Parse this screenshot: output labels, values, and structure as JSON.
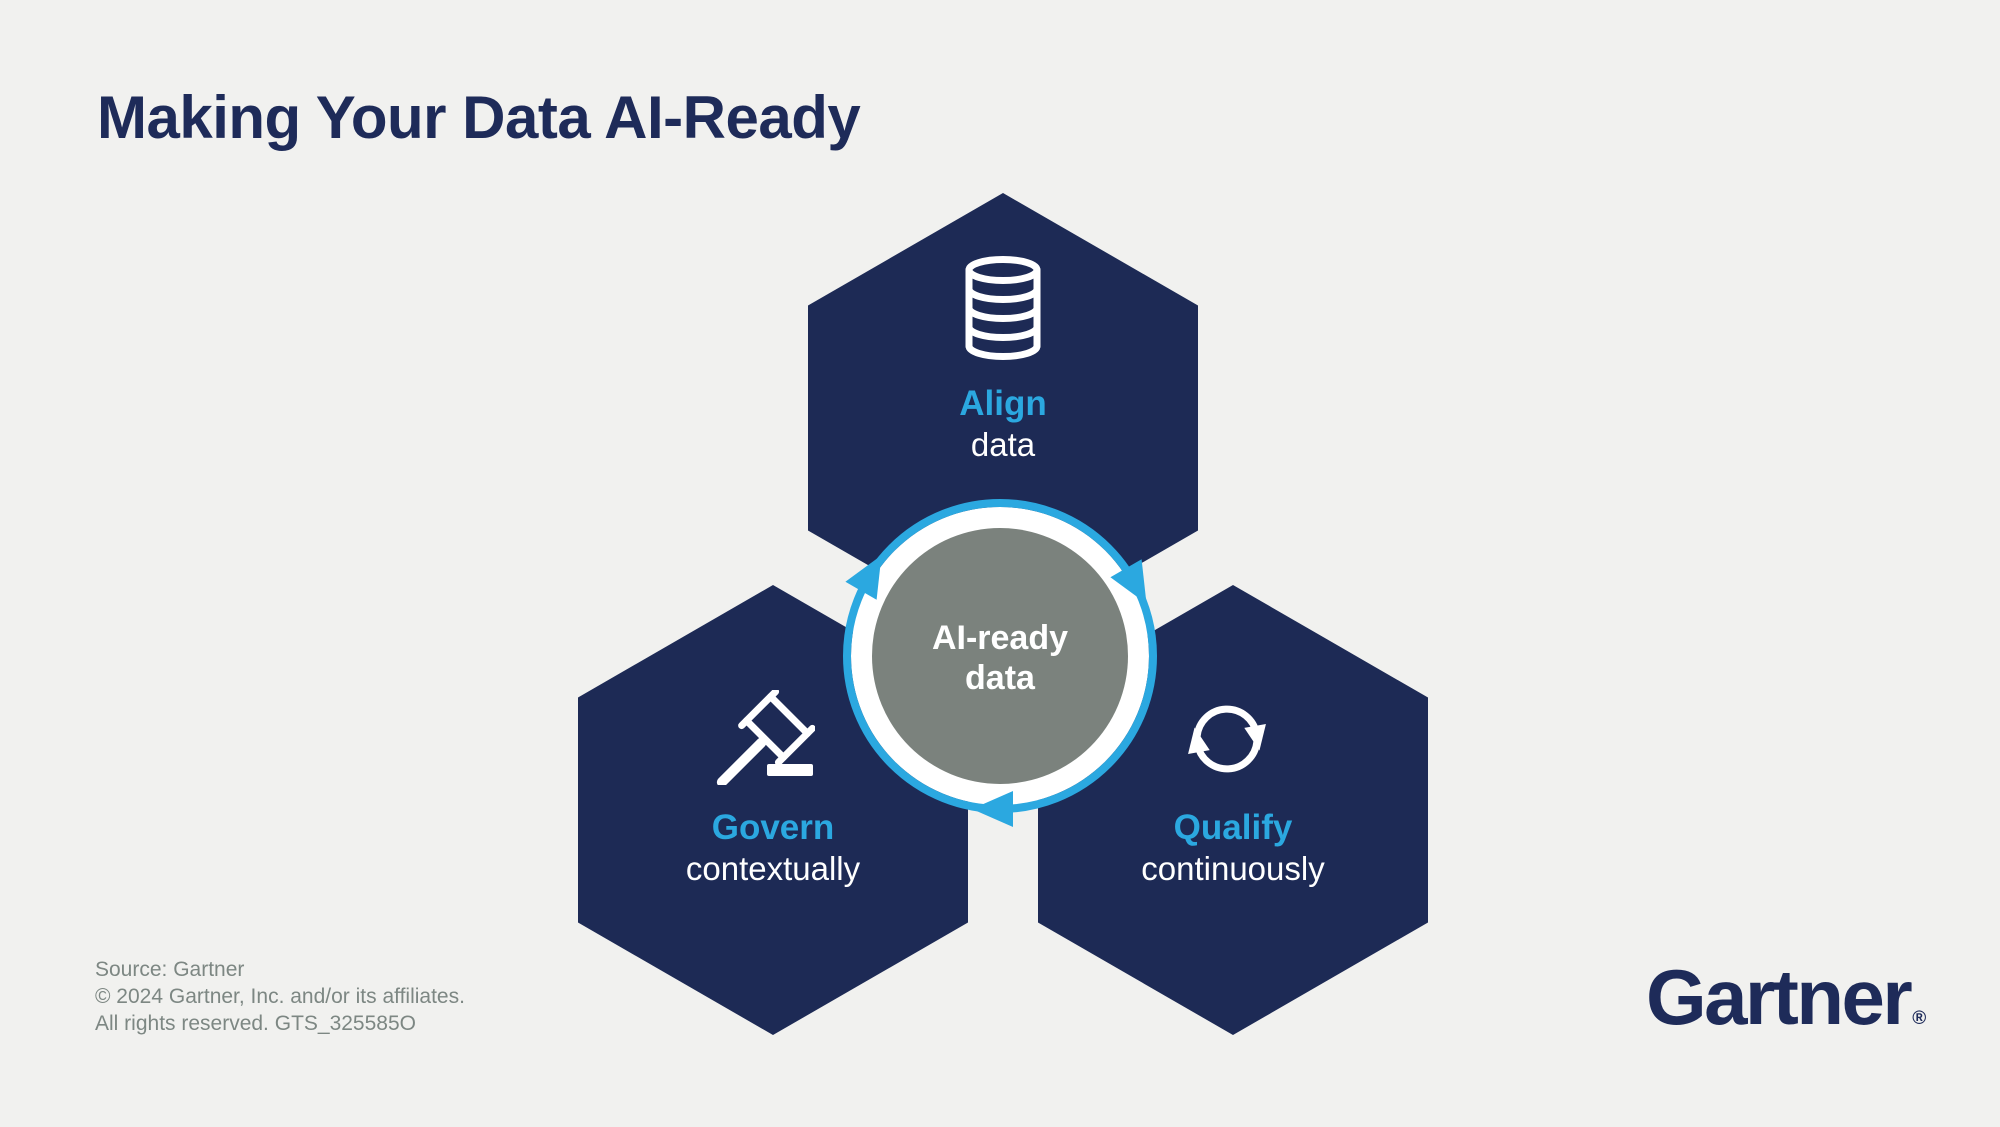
{
  "title": "Making Your Data AI-Ready",
  "diagram": {
    "hexagons": [
      {
        "id": "align",
        "icon": "database-icon",
        "action": "Align",
        "qualifier": "data"
      },
      {
        "id": "govern",
        "icon": "gavel-icon",
        "action": "Govern",
        "qualifier": "contextually"
      },
      {
        "id": "qualify",
        "icon": "sync-arrows-icon",
        "action": "Qualify",
        "qualifier": "continuously"
      }
    ],
    "center": {
      "line1": "AI-ready",
      "line2": "data",
      "cycle_direction": "clockwise"
    }
  },
  "footer": {
    "source_line": "Source: Gartner",
    "copyright_line": "© 2024 Gartner, Inc. and/or its affiliates.",
    "rights_line": "All rights reserved. GTS_325585O",
    "logo_text": "Gartner",
    "registered_mark": "®"
  },
  "colors": {
    "background": "#f1f1ef",
    "hexagon_navy": "#1d2a55",
    "accent_blue": "#2ba8e0",
    "center_gray": "#7b827d",
    "title_navy": "#1e2b59",
    "footer_gray": "#7d8783",
    "white": "#ffffff"
  }
}
